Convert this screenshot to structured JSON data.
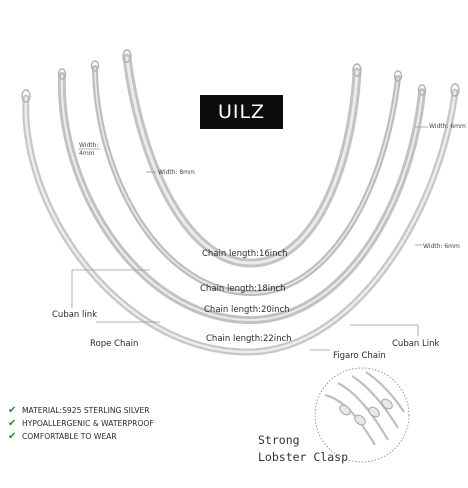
{
  "brand": {
    "name": "UILZ"
  },
  "widths": {
    "w4": "Width: 4mm",
    "w8": "Width: 8mm",
    "w6a": "Width: 6mm",
    "w6b": "Width: 6mm"
  },
  "lengths": {
    "l16": "Chain length:16inch",
    "l18": "Chain length:18inch",
    "l20": "Chain length:20inch",
    "l22": "Chain length:22inch"
  },
  "chain_names": {
    "cuban_left": "Cuban link",
    "rope": "Rope Chain",
    "figaro": "Figaro Chain",
    "cuban_right": "Cuban Link"
  },
  "features": [
    {
      "text": "MATERIAL:S925 STERLING SILVER",
      "icon": "check-icon"
    },
    {
      "text": "HYPOALLERGENIC & WATERPROOF",
      "icon": "check-icon"
    },
    {
      "text": "COMFORTABLE TO WEAR",
      "icon": "check-icon"
    }
  ],
  "clasp": {
    "line1": "Strong",
    "line2": "Lobster Clasp"
  },
  "colors": {
    "silver": "#c9c9c9",
    "silver_dark": "#9e9e9e",
    "brand_bg": "#0d0d0d",
    "check": "#2e8b2e"
  }
}
